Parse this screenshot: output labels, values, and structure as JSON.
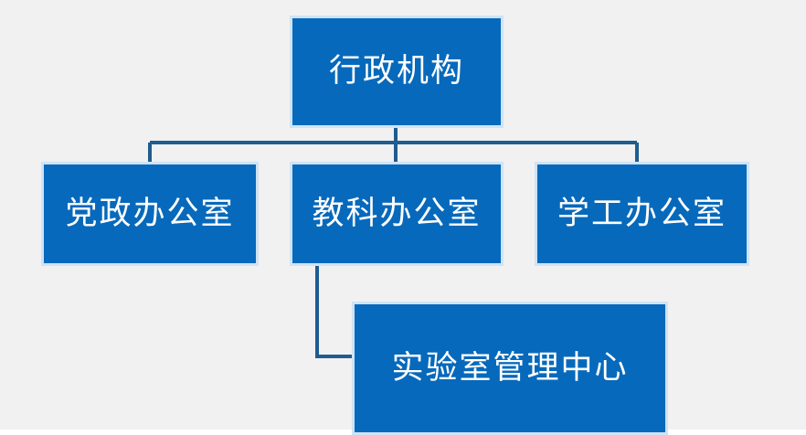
{
  "diagram": {
    "type": "organization-chart",
    "background_color": "#f1f1f1",
    "node_fill_color": "#0769bb",
    "node_border_color": "#cfe3f5",
    "node_text_color": "#ffffff",
    "connector_color": "#1f5c8f",
    "root": {
      "id": "root",
      "label": "行政机构"
    },
    "children": [
      {
        "id": "party-office",
        "label": "党政办公室"
      },
      {
        "id": "teaching-office",
        "label": "教科办公室"
      },
      {
        "id": "student-office",
        "label": "学工办公室"
      }
    ],
    "grandchildren": [
      {
        "id": "lab-center",
        "label": "实验室管理中心",
        "parent": "teaching-office"
      }
    ]
  }
}
